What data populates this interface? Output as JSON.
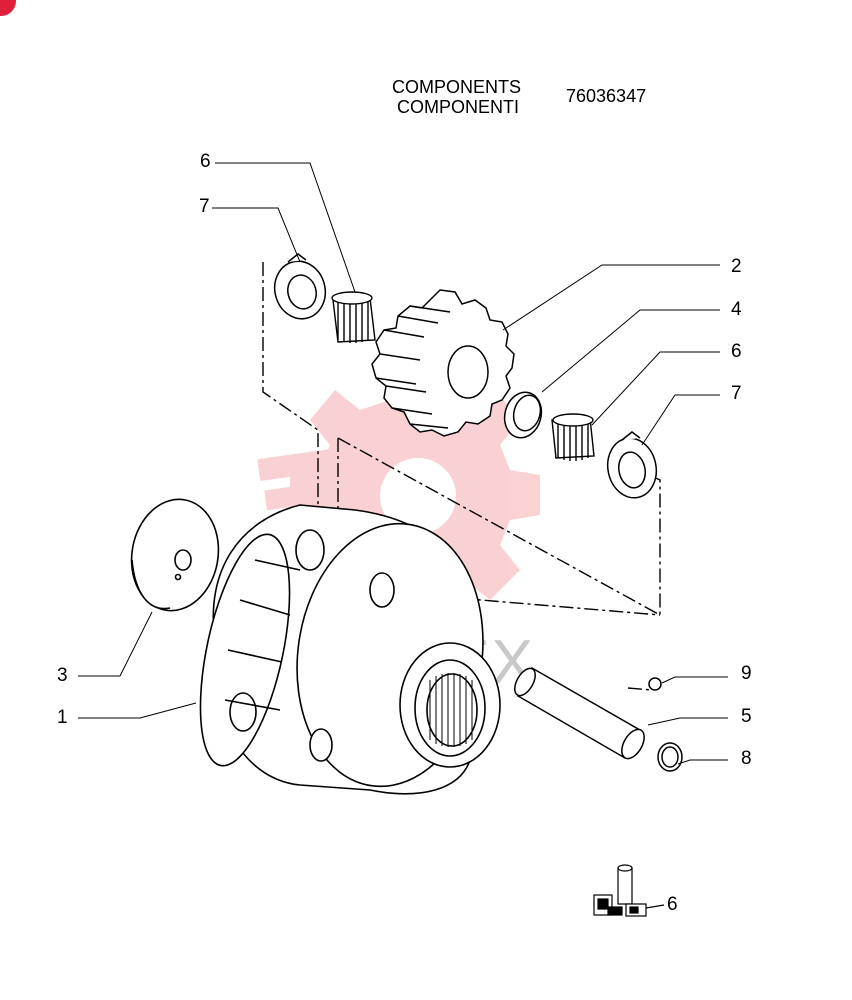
{
  "header": {
    "title_en": "COMPONENTS",
    "title_it": "COMPONENTI",
    "part_number": "76036347"
  },
  "watermark": {
    "text": "ИНТЕХ",
    "color": "#e8303c"
  },
  "callouts": [
    "6",
    "7",
    "2",
    "4",
    "6",
    "7",
    "3",
    "1",
    "9",
    "5",
    "8"
  ],
  "thumbnail": {
    "label": "6"
  }
}
